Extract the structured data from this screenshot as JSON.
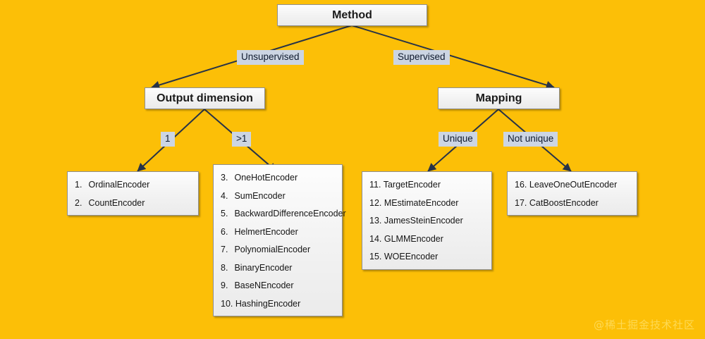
{
  "background_color": "#fcbf07",
  "node_fill_color": "#f2f2f2",
  "edge_label_color": "#ccd5e3",
  "line_color": "#283347",
  "root": {
    "label": "Method"
  },
  "level1": {
    "left": {
      "label": "Output dimension",
      "edge_label": "Unsupervised"
    },
    "right": {
      "label": "Mapping",
      "edge_label": "Supervised"
    }
  },
  "level2_edge_labels": {
    "out_dim_left": "1",
    "out_dim_right": ">1",
    "mapping_left": "Unique",
    "mapping_right": "Not unique"
  },
  "leaf_boxes": {
    "ordinal_count": [
      {
        "num": "1.",
        "name": "OrdinalEncoder"
      },
      {
        "num": "2.",
        "name": "CountEncoder"
      }
    ],
    "onehot_group": [
      {
        "num": "3.",
        "name": "OneHotEncoder"
      },
      {
        "num": "4.",
        "name": "SumEncoder"
      },
      {
        "num": "5.",
        "name": "BackwardDifferenceEncoder"
      },
      {
        "num": "6.",
        "name": "HelmertEncoder"
      },
      {
        "num": "7.",
        "name": "PolynomialEncoder"
      },
      {
        "num": "8.",
        "name": "BinaryEncoder"
      },
      {
        "num": "9.",
        "name": "BaseNEncoder"
      },
      {
        "num": "10.",
        "name": "HashingEncoder"
      }
    ],
    "target_group": [
      {
        "num": "11.",
        "name": "TargetEncoder"
      },
      {
        "num": "12.",
        "name": "MEstimateEncoder"
      },
      {
        "num": "13.",
        "name": "JamesSteinEncoder"
      },
      {
        "num": "14.",
        "name": "GLMMEncoder"
      },
      {
        "num": "15.",
        "name": "WOEEncoder"
      }
    ],
    "leaveoneout_group": [
      {
        "num": "16.",
        "name": "LeaveOneOutEncoder"
      },
      {
        "num": "17.",
        "name": "CatBoostEncoder"
      }
    ]
  },
  "watermark": {
    "text": "@稀土掘金技术社区"
  }
}
